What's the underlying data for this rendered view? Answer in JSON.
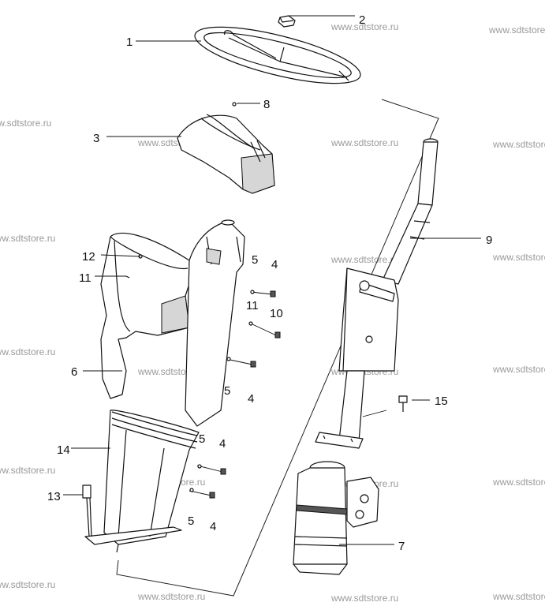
{
  "watermark": "www.sdtstore.ru",
  "callouts": {
    "c1": "1",
    "c2": "2",
    "c3": "3",
    "c4a": "4",
    "c4b": "4",
    "c4c": "4",
    "c4d": "4",
    "c5a": "5",
    "c5b": "5",
    "c5c": "5",
    "c5d": "5",
    "c6": "6",
    "c7": "7",
    "c8": "8",
    "c9": "9",
    "c10": "10",
    "c11a": "11",
    "c11b": "11",
    "c12": "12",
    "c13": "13",
    "c14": "14",
    "c15": "15"
  },
  "icons": {
    "steering_wheel": "steering-wheel-icon",
    "nut": "nut-icon",
    "cover": "steering-cover-icon",
    "column": "steering-column-icon",
    "gear_unit": "steering-unit-icon"
  }
}
